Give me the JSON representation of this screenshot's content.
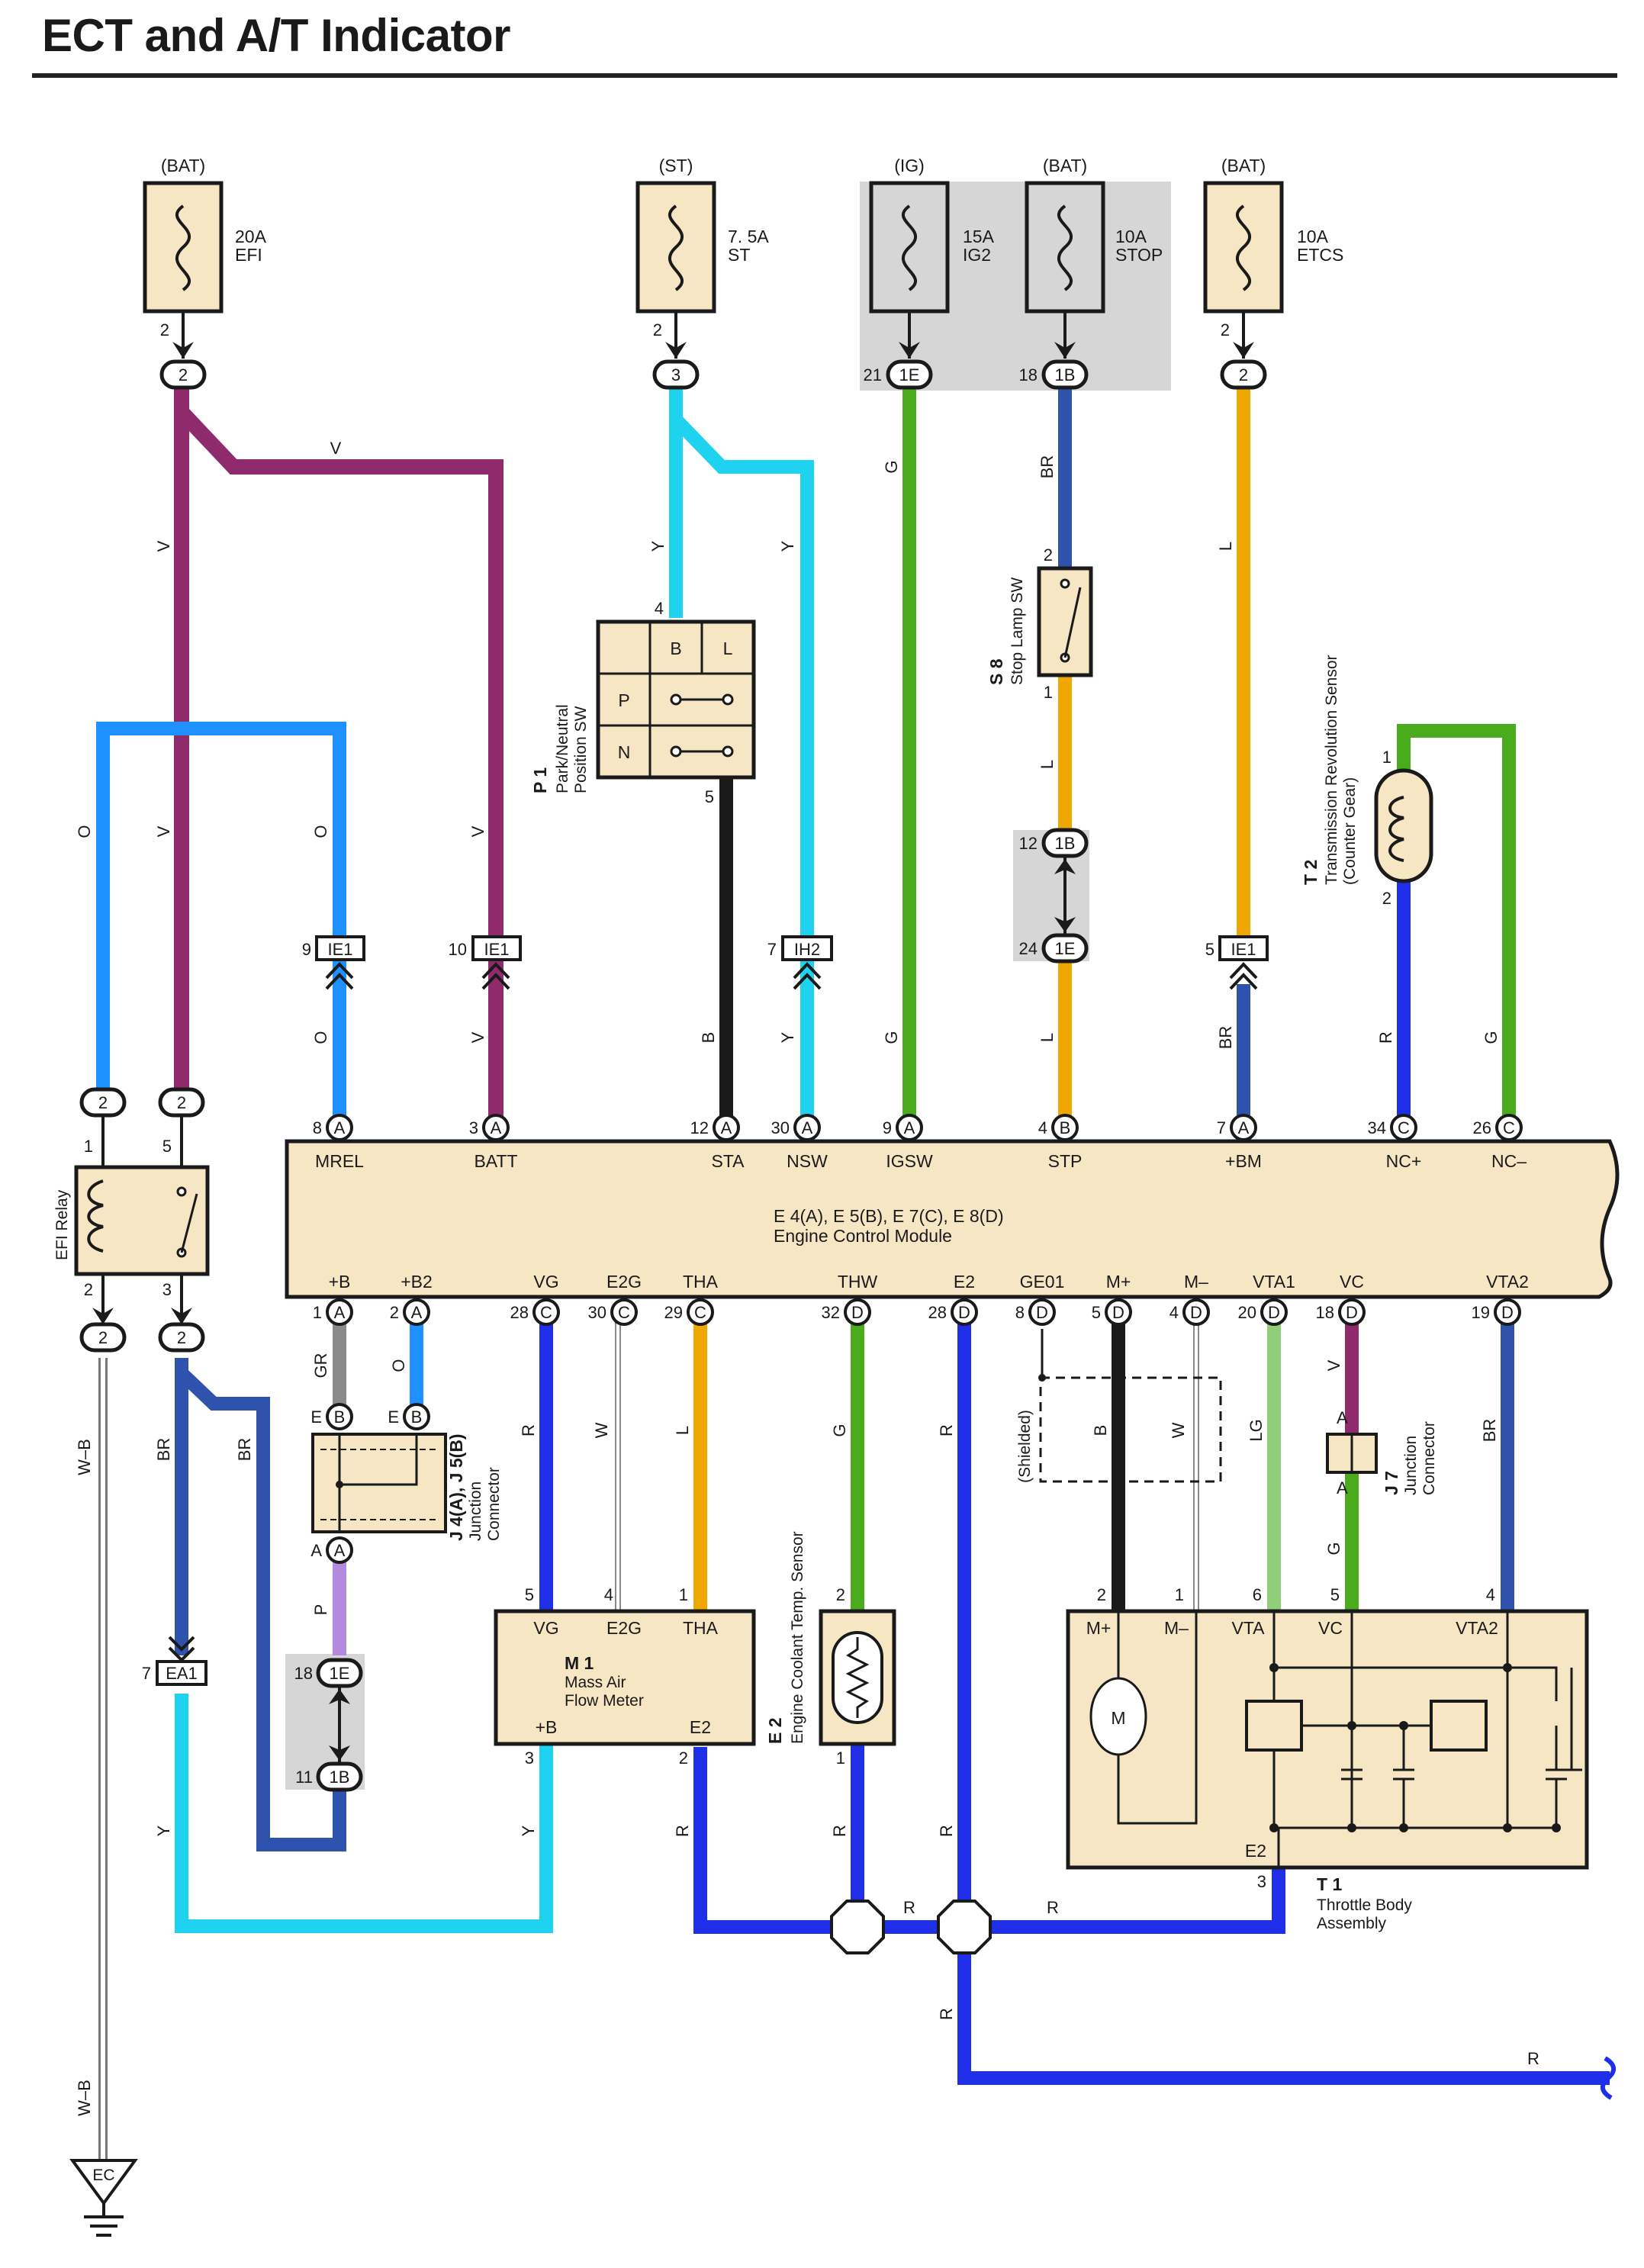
{
  "page": {
    "title": "ECT and A/T Indicator"
  },
  "fuses": [
    {
      "id": "efi",
      "source": "(BAT)",
      "rating": "20A",
      "name": "EFI"
    },
    {
      "id": "st",
      "source": "(ST)",
      "rating": "7. 5A",
      "name": "ST"
    },
    {
      "id": "ig2",
      "source": "(IG)",
      "rating": "15A",
      "name": "IG2"
    },
    {
      "id": "stop",
      "source": "(BAT)",
      "rating": "10A",
      "name": "STOP"
    },
    {
      "id": "etcs",
      "source": "(BAT)",
      "rating": "10A",
      "name": "ETCS"
    }
  ],
  "connector_labels": {
    "ie1": "IE1",
    "ih2": "IH2",
    "ea1": "EA1",
    "c1e": "1E",
    "c1b": "1B",
    "A": "A",
    "B": "B",
    "C": "C",
    "D": "D",
    "E": "E"
  },
  "wire_colors": {
    "V": "V",
    "Y": "Y",
    "G": "G",
    "BR": "BR",
    "L": "L",
    "O": "O",
    "B": "B",
    "R": "R",
    "GR": "GR",
    "W": "W",
    "P": "P",
    "LG": "LG",
    "WB": "W–B"
  },
  "ecm": {
    "title": "E 4(A), E 5(B), E 7(C), E 8(D)",
    "subtitle": "Engine Control Module",
    "top_terminals": [
      "MREL",
      "BATT",
      "STA",
      "NSW",
      "IGSW",
      "STP",
      "+BM",
      "NC+",
      "NC–"
    ],
    "bottom_terminals": [
      "+B",
      "+B2",
      "VG",
      "E2G",
      "THA",
      "THW",
      "E2",
      "GE01",
      "M+",
      "M–",
      "VTA1",
      "VC",
      "VTA2"
    ]
  },
  "components": {
    "p1": {
      "id": "P 1",
      "name1": "Park/Neutral",
      "name2": "Position SW",
      "cols": [
        "B",
        "L"
      ],
      "rows": [
        "P",
        "N"
      ]
    },
    "s8": {
      "id": "S 8",
      "name": "Stop Lamp SW"
    },
    "t2": {
      "id": "T 2",
      "name1": "Transmission Revolution Sensor",
      "name2": "(Counter Gear)"
    },
    "efi_relay": {
      "name": "EFI Relay"
    },
    "j4": {
      "id": "J 4(A), J 5(B)",
      "name1": "Junction",
      "name2": "Connector"
    },
    "m1": {
      "id": "M 1",
      "name1": "Mass Air",
      "name2": "Flow Meter",
      "terminals": [
        "VG",
        "E2G",
        "THA",
        "+B",
        "E2"
      ]
    },
    "e2": {
      "id": "E 2",
      "name": "Engine Coolant Temp. Sensor"
    },
    "j7": {
      "id": "J 7",
      "name1": "Junction",
      "name2": "Connector"
    },
    "t1": {
      "id": "T 1",
      "name1": "Throttle Body",
      "name2": "Assembly",
      "terminals": [
        "M+",
        "M–",
        "VTA",
        "VC",
        "VTA2",
        "E2"
      ],
      "motor": "M"
    },
    "shielded": "(Shielded)",
    "ground": "EC"
  },
  "pins": {
    "p1": "1",
    "p2": "2",
    "p3": "3",
    "p4": "4",
    "p5": "5",
    "p6": "6",
    "p7": "7",
    "p8": "8",
    "p9": "9",
    "p10": "10",
    "p11": "11",
    "p12": "12",
    "p18": "18",
    "p19": "19",
    "p20": "20",
    "p21": "21",
    "p24": "24",
    "p26": "26",
    "p28": "28",
    "p29": "29",
    "p30": "30",
    "p32": "32",
    "p34": "34"
  },
  "colors": {
    "violet": "#8f2b6d",
    "cyan": "#1fd3f0",
    "green": "#4aab1c",
    "darkblue": "#2f53ad",
    "orange": "#f0a800",
    "ltblue": "#1e90ff",
    "black": "#1a1a1a",
    "blue": "#1f2ee8",
    "gray": "#8a8a8a",
    "lightpurple": "#b48ae0",
    "lightgreen": "#8fcf7a",
    "component": "#f7e6c4",
    "shade": "#d6d6d6"
  }
}
